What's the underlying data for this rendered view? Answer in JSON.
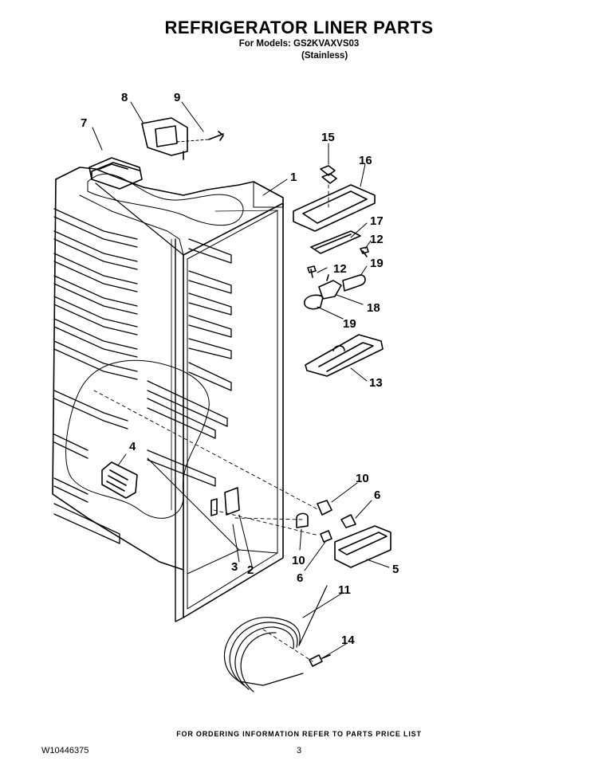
{
  "header": {
    "title": "REFRIGERATOR LINER PARTS",
    "models_line": "For Models: GS2KVAXVS03",
    "finish": "(Stainless)"
  },
  "callouts": [
    "1",
    "2",
    "3",
    "4",
    "5",
    "6",
    "6",
    "7",
    "8",
    "9",
    "10",
    "10",
    "11",
    "12",
    "12",
    "13",
    "14",
    "15",
    "16",
    "17",
    "18",
    "19",
    "19"
  ],
  "footer": {
    "ordering_note": "FOR ORDERING INFORMATION REFER TO PARTS PRICE LIST",
    "doc_number": "W10446375",
    "page_number": "3"
  }
}
